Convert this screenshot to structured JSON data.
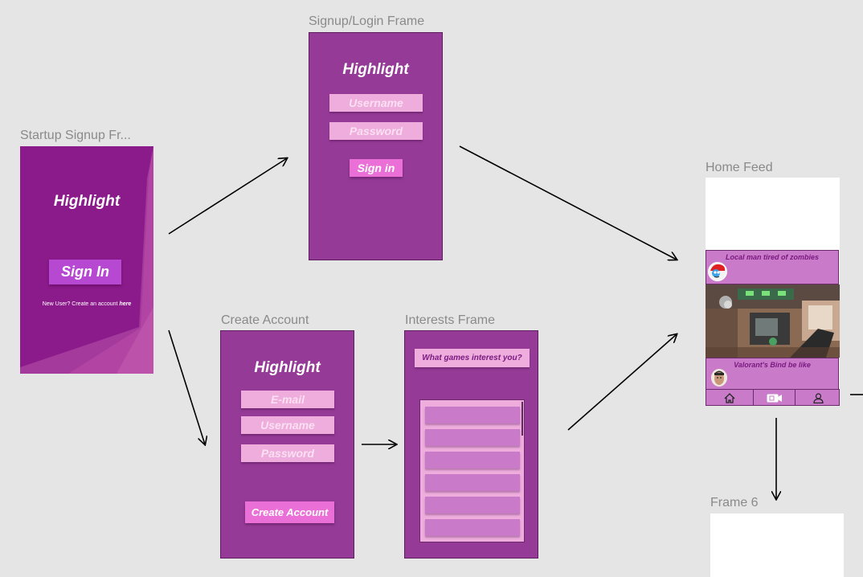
{
  "frames": {
    "startup": {
      "label": "Startup Signup Fr...",
      "title": "Highlight",
      "sign_in": "Sign In",
      "new_user_text": "New User? Create an account ",
      "here_link": "here"
    },
    "login": {
      "label": "Signup/Login Frame",
      "title": "Highlight",
      "username_placeholder": "Username",
      "password_placeholder": "Password",
      "sign_in": "Sign in"
    },
    "create_account": {
      "label": "Create Account",
      "title": "Highlight",
      "email_placeholder": "E-mail",
      "username_placeholder": "Username",
      "password_placeholder": "Password",
      "create_button": "Create Account"
    },
    "interests": {
      "label": "Interests Frame",
      "question": "What games interest you?"
    },
    "home_feed": {
      "label": "Home Feed",
      "posts": [
        {
          "title": "Local man tired of zombies"
        },
        {
          "title": "Valorant's Bind be like"
        }
      ],
      "nav": [
        "home-icon",
        "video-camera-icon",
        "user-icon"
      ]
    },
    "frame6": {
      "label": "Frame 6"
    }
  },
  "colors": {
    "canvas": "#e5e5e5",
    "frame_purple": "#953b97",
    "startup_purple": "#8b1a8a",
    "field_pink": "#eeaddd",
    "button_pink": "#ea6fd6",
    "card_lilac": "#c97bca"
  }
}
